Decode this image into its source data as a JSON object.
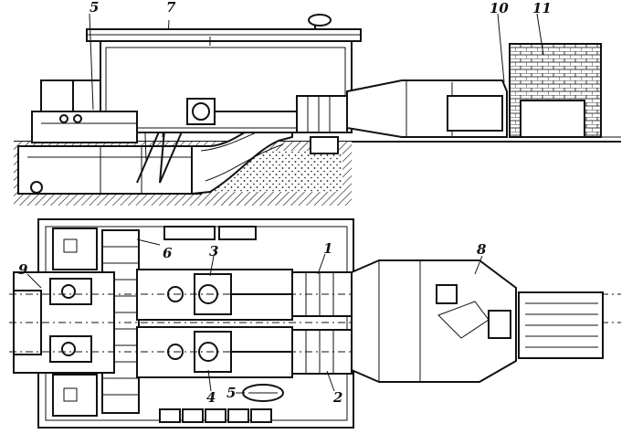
{
  "diagram": {
    "labels": {
      "l1": "1",
      "l2": "2",
      "l3": "3",
      "l4": "4",
      "l5a": "5",
      "l5b": "5",
      "l6": "6",
      "l7": "7",
      "l8": "8",
      "l9": "9",
      "l10": "10",
      "l11": "11"
    }
  }
}
